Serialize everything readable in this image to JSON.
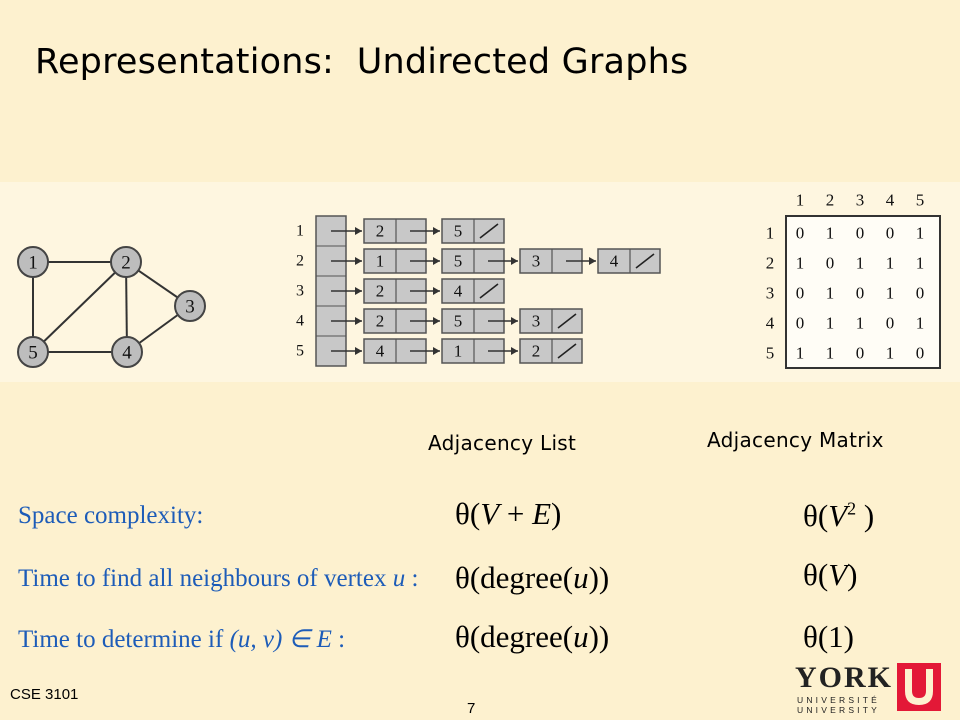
{
  "slide": {
    "title": "Representations:  Undirected Graphs",
    "captions": {
      "list": "Adjacency List",
      "matrix": "Adjacency Matrix"
    }
  },
  "graph": {
    "nodes": [
      "1",
      "2",
      "3",
      "4",
      "5"
    ],
    "edges": [
      [
        "1",
        "2"
      ],
      [
        "1",
        "5"
      ],
      [
        "2",
        "5"
      ],
      [
        "2",
        "4"
      ],
      [
        "2",
        "3"
      ],
      [
        "3",
        "4"
      ],
      [
        "4",
        "5"
      ]
    ]
  },
  "adjacency_list": {
    "row_labels": [
      "1",
      "2",
      "3",
      "4",
      "5"
    ],
    "rows": [
      [
        "2",
        "5"
      ],
      [
        "1",
        "5",
        "3",
        "4"
      ],
      [
        "2",
        "4"
      ],
      [
        "2",
        "5",
        "3"
      ],
      [
        "4",
        "1",
        "2"
      ]
    ]
  },
  "adjacency_matrix": {
    "col_labels": [
      "1",
      "2",
      "3",
      "4",
      "5"
    ],
    "row_labels": [
      "1",
      "2",
      "3",
      "4",
      "5"
    ],
    "cells": [
      [
        "0",
        "1",
        "0",
        "0",
        "1"
      ],
      [
        "1",
        "0",
        "1",
        "1",
        "1"
      ],
      [
        "0",
        "1",
        "0",
        "1",
        "0"
      ],
      [
        "0",
        "1",
        "1",
        "0",
        "1"
      ],
      [
        "1",
        "1",
        "0",
        "1",
        "0"
      ]
    ]
  },
  "complexity": {
    "rows": [
      {
        "label": "Space complexity:",
        "list_prefix": "θ(",
        "list_v": "V",
        "list_mid": " + ",
        "list_e": "E",
        "list_suffix": ")",
        "matrix_prefix": "θ(",
        "matrix_v": "V",
        "matrix_sup": "2",
        "matrix_suffix": " )"
      },
      {
        "label": "Time to find all neighbours of vertex ",
        "label_var": "u",
        "label_tail": " :",
        "list_prefix": "θ(degree(",
        "list_var": "u",
        "list_suffix": "))",
        "matrix_prefix": "θ(",
        "matrix_v": "V",
        "matrix_suffix": ")"
      },
      {
        "label": "Time to determine if ",
        "label_math": "(u, v) ∈ E",
        "label_tail": " :",
        "list_prefix": "θ(degree(",
        "list_var": "u",
        "list_suffix": "))",
        "matrix_text": "θ(1)"
      }
    ]
  },
  "footer": {
    "course": "CSE 3101",
    "page": "7"
  },
  "logo": {
    "word": "YORK",
    "line1": "UNIVERSITÉ",
    "line2": "UNIVERSITY"
  }
}
